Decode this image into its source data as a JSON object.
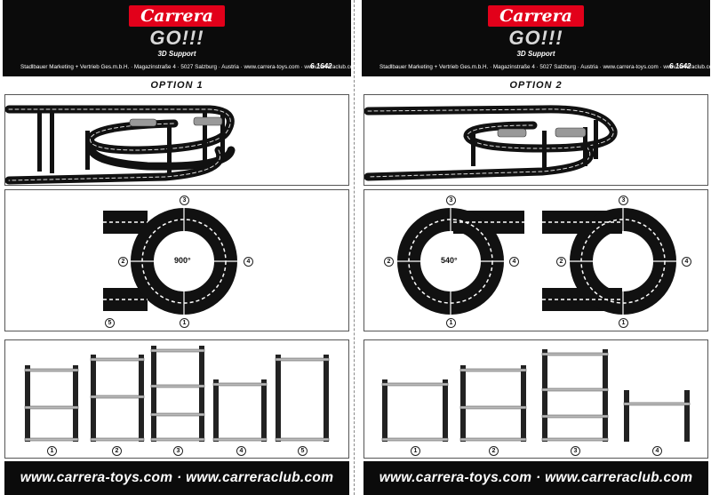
{
  "brand": {
    "logo": "Carrera",
    "product": "GO!!!",
    "subtitle": "3D Support",
    "address": "Stadlbauer Marketing + Vertrieb Ges.m.b.H. · Magazinstraße 4 · 5027 Salzburg · Austria · www.carrera-toys.com · www.carreraclub.com",
    "code": "6 1642",
    "footer": "www.carrera-toys.com · www.carreraclub.com"
  },
  "options": [
    {
      "title": "OPTION 1",
      "degree": "900°",
      "numbers": [
        "3",
        "2",
        "4",
        "5",
        "1"
      ],
      "supports": [
        "1",
        "2",
        "3",
        "4",
        "5"
      ]
    },
    {
      "title": "OPTION 2",
      "degree": "540°",
      "numbers": [
        "3",
        "2",
        "4",
        "1",
        "3",
        "2",
        "4",
        "1"
      ],
      "supports": [
        "1",
        "2",
        "3",
        "4"
      ]
    }
  ],
  "colors": {
    "header": "#0b0b0b",
    "logo": "#e2001a"
  }
}
